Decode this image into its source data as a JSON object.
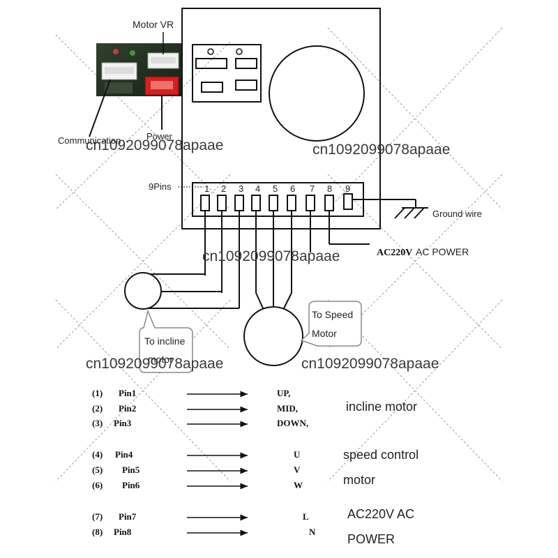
{
  "labels": {
    "motor_vr": "Motor VR",
    "communication": "Communication",
    "power": "Power",
    "nine_pins": "9Pins",
    "ground_wire": "Ground wire",
    "ac_power_prefix": "AC220V",
    "ac_power_suffix": "AC POWER",
    "to_speed_line1": "To Speed",
    "to_speed_line2": "Motor",
    "to_incline_line1": "To incline",
    "to_incline_line2": "motor"
  },
  "watermark": "cn1092099078apaae",
  "pin_numbers": [
    "1",
    "2",
    "3",
    "4",
    "5",
    "6",
    "7",
    "8",
    "9"
  ],
  "pin_table": [
    {
      "index": "(1)",
      "pin": "Pin1",
      "value": "UP,"
    },
    {
      "index": "(2)",
      "pin": "Pin2",
      "value": "MID,"
    },
    {
      "index": "(3)",
      "pin": "Pin3",
      "value": "DOWN,"
    },
    {
      "index": "(4)",
      "pin": "Pin4",
      "value": "U"
    },
    {
      "index": "(5)",
      "pin": "Pin5",
      "value": "V"
    },
    {
      "index": "(6)",
      "pin": "Pin6",
      "value": "W"
    },
    {
      "index": "(7)",
      "pin": "Pin7",
      "value": "L"
    },
    {
      "index": "(8)",
      "pin": "Pin8",
      "value": "N"
    }
  ],
  "groups": {
    "incline": "incline motor",
    "speed_line1": "speed control",
    "speed_line2": "motor",
    "ac_line1": "AC220V AC",
    "ac_line2": "POWER"
  },
  "colors": {
    "line": "#111111",
    "pcb": "#1e2a1c",
    "connector_white": "#f2f2f2",
    "connector_red": "#d32020"
  }
}
